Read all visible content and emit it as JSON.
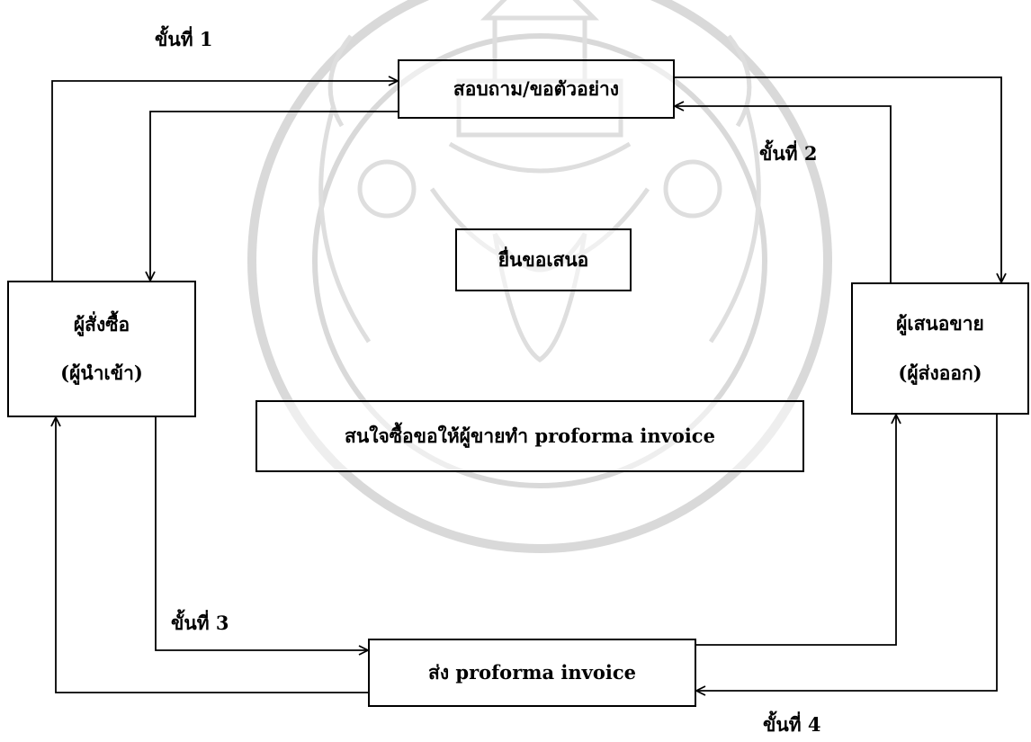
{
  "steps": {
    "step1": "ขั้นที่ 1",
    "step2": "ขั้นที่ 2",
    "step3": "ขั้นที่ 3",
    "step4": "ขั้นที่ 4"
  },
  "boxes": {
    "inquiry": "สอบถาม/ขอตัวอย่าง",
    "submit_offer": "ยื่นขอเสนอ",
    "buyer_line1": "ผู้สั่งซื้อ",
    "buyer_line2": "(ผู้นำเข้า)",
    "seller_line1": "ผู้เสนอขาย",
    "seller_line2": "(ผู้ส่งออก)",
    "interest": "สนใจซื้อขอให้ผู้ขายทำ proforma invoice",
    "send_invoice": "ส่ง proforma invoice"
  },
  "colors": {
    "line": "#000000",
    "watermark": "#d4d4d4"
  }
}
